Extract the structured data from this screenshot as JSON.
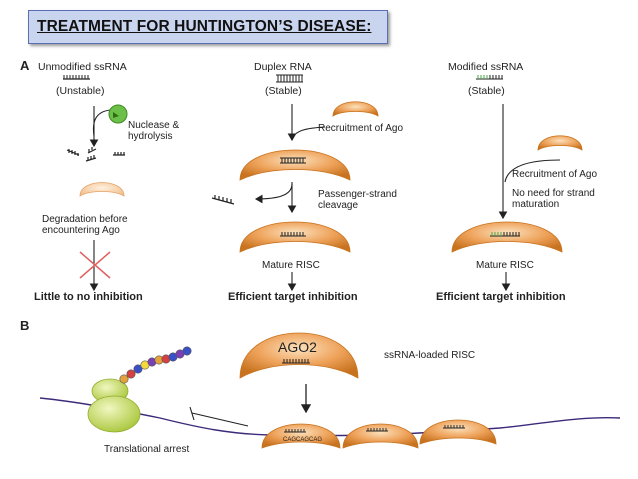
{
  "title": "TREATMENT FOR HUNTINGTON’S DISEASE:",
  "panel_a": {
    "letter": "A",
    "col1": {
      "header": "Unmodified ssRNA",
      "sub": "(Unstable)",
      "enzyme_line1": "Nuclease &",
      "enzyme_line2": "hydrolysis",
      "deg_line1": "Degradation before",
      "deg_line2": "encountering Ago",
      "result": "Little to no inhibition"
    },
    "col2": {
      "header": "Duplex RNA",
      "sub": "(Stable)",
      "recruit": "Recruitment of Ago",
      "passenger_line1": "Passenger-strand",
      "passenger_line2": "cleavage",
      "mature": "Mature RISC",
      "result": "Efficient target inhibition"
    },
    "col3": {
      "header": "Modified ssRNA",
      "sub": "(Stable)",
      "recruit": "Recruitment of Ago",
      "no_need_line1": "No need for strand",
      "no_need_line2": "maturation",
      "mature": "Mature RISC",
      "result": "Efficient target inhibition"
    }
  },
  "panel_b": {
    "letter": "B",
    "ago_label": "AGO2",
    "risc_label": "ssRNA-loaded RISC",
    "sequence": "CAGCAGCAG",
    "arrest": "Translational arrest"
  },
  "colors": {
    "ago_dark": "#c8731f",
    "ago_light": "#f6c68e",
    "nuclease": "#6cc04a",
    "ribosome": "#c5dd53",
    "cross": "#e06060",
    "mrna": "#3d2a7a"
  }
}
